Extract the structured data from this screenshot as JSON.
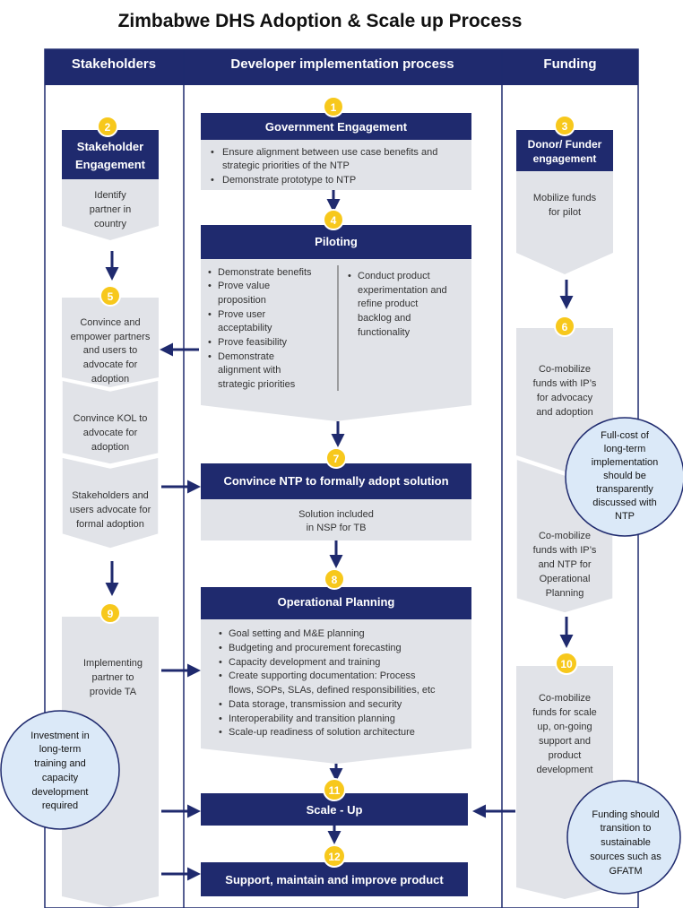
{
  "title": "Zimbabwe DHS Adoption & Scale up Process",
  "colors": {
    "navy": "#1f2a6e",
    "grey": "#e1e3e8",
    "yellow": "#f7c81c",
    "bubble": "#dbe9f8"
  },
  "columns": {
    "stakeholders": "Stakeholders",
    "developer": "Developer implementation process",
    "funding": "Funding"
  },
  "steps": {
    "s1": {
      "num": "1",
      "title": "Government Engagement",
      "bullets": [
        "Ensure alignment between use case benefits and",
        "strategic priorities of the NTP",
        "Demonstrate prototype to NTP"
      ]
    },
    "s2": {
      "num": "2",
      "title_lines": [
        "Stakeholder",
        "Engagement"
      ],
      "body": [
        "Identify",
        "partner in",
        "country"
      ]
    },
    "s3": {
      "num": "3",
      "title_lines": [
        "Donor/ Funder",
        "engagement"
      ],
      "body": [
        "Mobilize funds",
        "for pilot"
      ]
    },
    "s4": {
      "num": "4",
      "title": "Piloting",
      "left": [
        "Demonstrate benefits",
        "Prove value",
        "proposition",
        "Prove user",
        "acceptability",
        "Prove feasibility",
        "Demonstrate",
        "alignment with",
        "strategic priorities"
      ],
      "right": [
        "Conduct product",
        "experimentation and",
        "refine product",
        "backlog  and",
        "functionality"
      ]
    },
    "s5": {
      "num": "5",
      "body": [
        "Convince and",
        "empower partners",
        "and users to",
        "advocate for",
        "adoption"
      ],
      "body2": [
        "Convince KOL to",
        "advocate for",
        "adoption"
      ],
      "body3": [
        "Stakeholders and",
        "users advocate for",
        "formal adoption"
      ]
    },
    "s6": {
      "num": "6",
      "body": [
        "Co-mobilize",
        "funds with IP’s",
        "for advocacy",
        "and adoption"
      ],
      "body2": [
        "Co-mobilize",
        "funds with IP’s",
        "and NTP for",
        "Operational",
        "Planning"
      ]
    },
    "s7": {
      "num": "7",
      "title": "Convince NTP to formally adopt solution",
      "body": [
        "Solution included",
        "in NSP for TB"
      ]
    },
    "s8": {
      "num": "8",
      "title": "Operational Planning",
      "bullets": [
        "Goal setting and M&E planning",
        "Budgeting and procurement forecasting",
        "Capacity development and training",
        "Create supporting documentation: Process",
        "flows, SOPs, SLAs, defined responsibilities, etc",
        "Data storage, transmission and security",
        "Interoperability and transition planning",
        "Scale-up readiness of solution architecture"
      ]
    },
    "s9": {
      "num": "9",
      "body": [
        "Implementing",
        "partner to",
        "provide TA"
      ]
    },
    "s10": {
      "num": "10",
      "body": [
        "Co-mobilize",
        "funds for scale",
        "up, on-going",
        "support and",
        "product",
        "development"
      ]
    },
    "s11": {
      "num": "11",
      "title": "Scale - Up"
    },
    "s12": {
      "num": "12",
      "title": "Support, maintain and improve product"
    }
  },
  "callouts": {
    "fullcost": [
      "Full-cost of",
      "long-term",
      "implementation",
      "should be",
      "transparently",
      "discussed with",
      "NTP"
    ],
    "investment": [
      "Investment in",
      "long-term",
      "training and",
      "capacity",
      "development",
      "required"
    ],
    "funding_transition": [
      "Funding should",
      "transition to",
      "sustainable",
      "sources such as",
      "GFATM"
    ]
  }
}
